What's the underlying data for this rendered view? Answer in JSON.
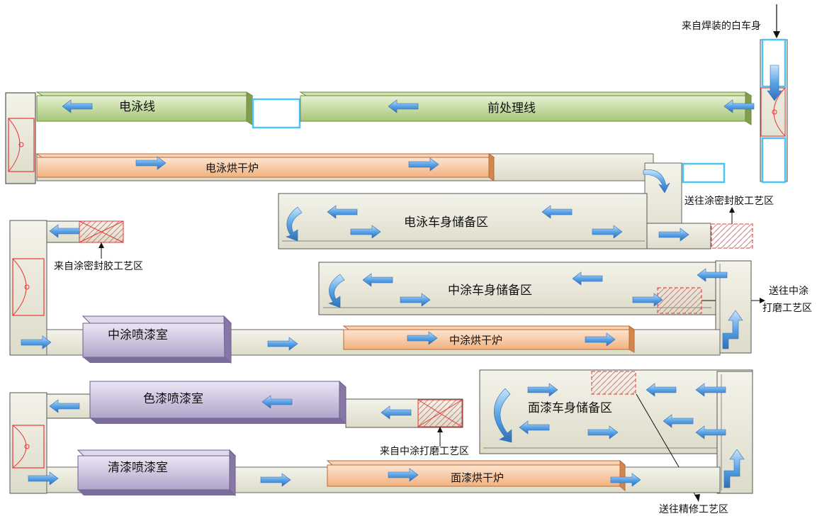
{
  "labels": {
    "from_welding": "来自焊装的白车身",
    "ed_line": "电泳线",
    "pretreat_line": "前处理线",
    "ed_oven": "电泳烘干炉",
    "ed_storage": "电泳车身储备区",
    "to_sealing": "送往涂密封胶工艺区",
    "from_sealing": "来自涂密封胶工艺区",
    "mid_storage": "中涂车身储备区",
    "to_mid_sanding_1": "送往中涂",
    "to_mid_sanding_2": "打磨工艺区",
    "mid_booth": "中涂喷漆室",
    "mid_oven": "中涂烘干炉",
    "color_booth": "色漆喷漆室",
    "top_storage": "面漆车身储备区",
    "from_mid_sanding": "来自中涂打磨工艺区",
    "clear_booth": "清漆喷漆室",
    "top_oven": "面漆烘干炉",
    "to_repair": "送往精修工艺区"
  },
  "colors": {
    "green_line": "#8fb45c",
    "orange_oven": "#f3b98a",
    "purple_booth": "#b9aed0",
    "track": "#e8e6d6",
    "arrow": "#4a90d9",
    "cyan": "#4fc3f7",
    "red_mark": "#e53935"
  }
}
